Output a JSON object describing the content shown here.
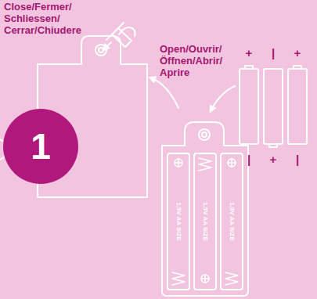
{
  "diagram": {
    "nodes": [
      {
        "text": [
          "1"
        ]
      }
    ],
    "labels": [
      "Close/Fermer/ Schliessen/ Cerrar/Chiudere",
      "Open/Ouvrir/ Öffnen/Abrir/ Aprire",
      "+",
      "|",
      "+",
      "|",
      "+",
      "|",
      "1.5V AA SIZE",
      "1.5V AA SIZE",
      "1.5V AA SIZE"
    ]
  }
}
